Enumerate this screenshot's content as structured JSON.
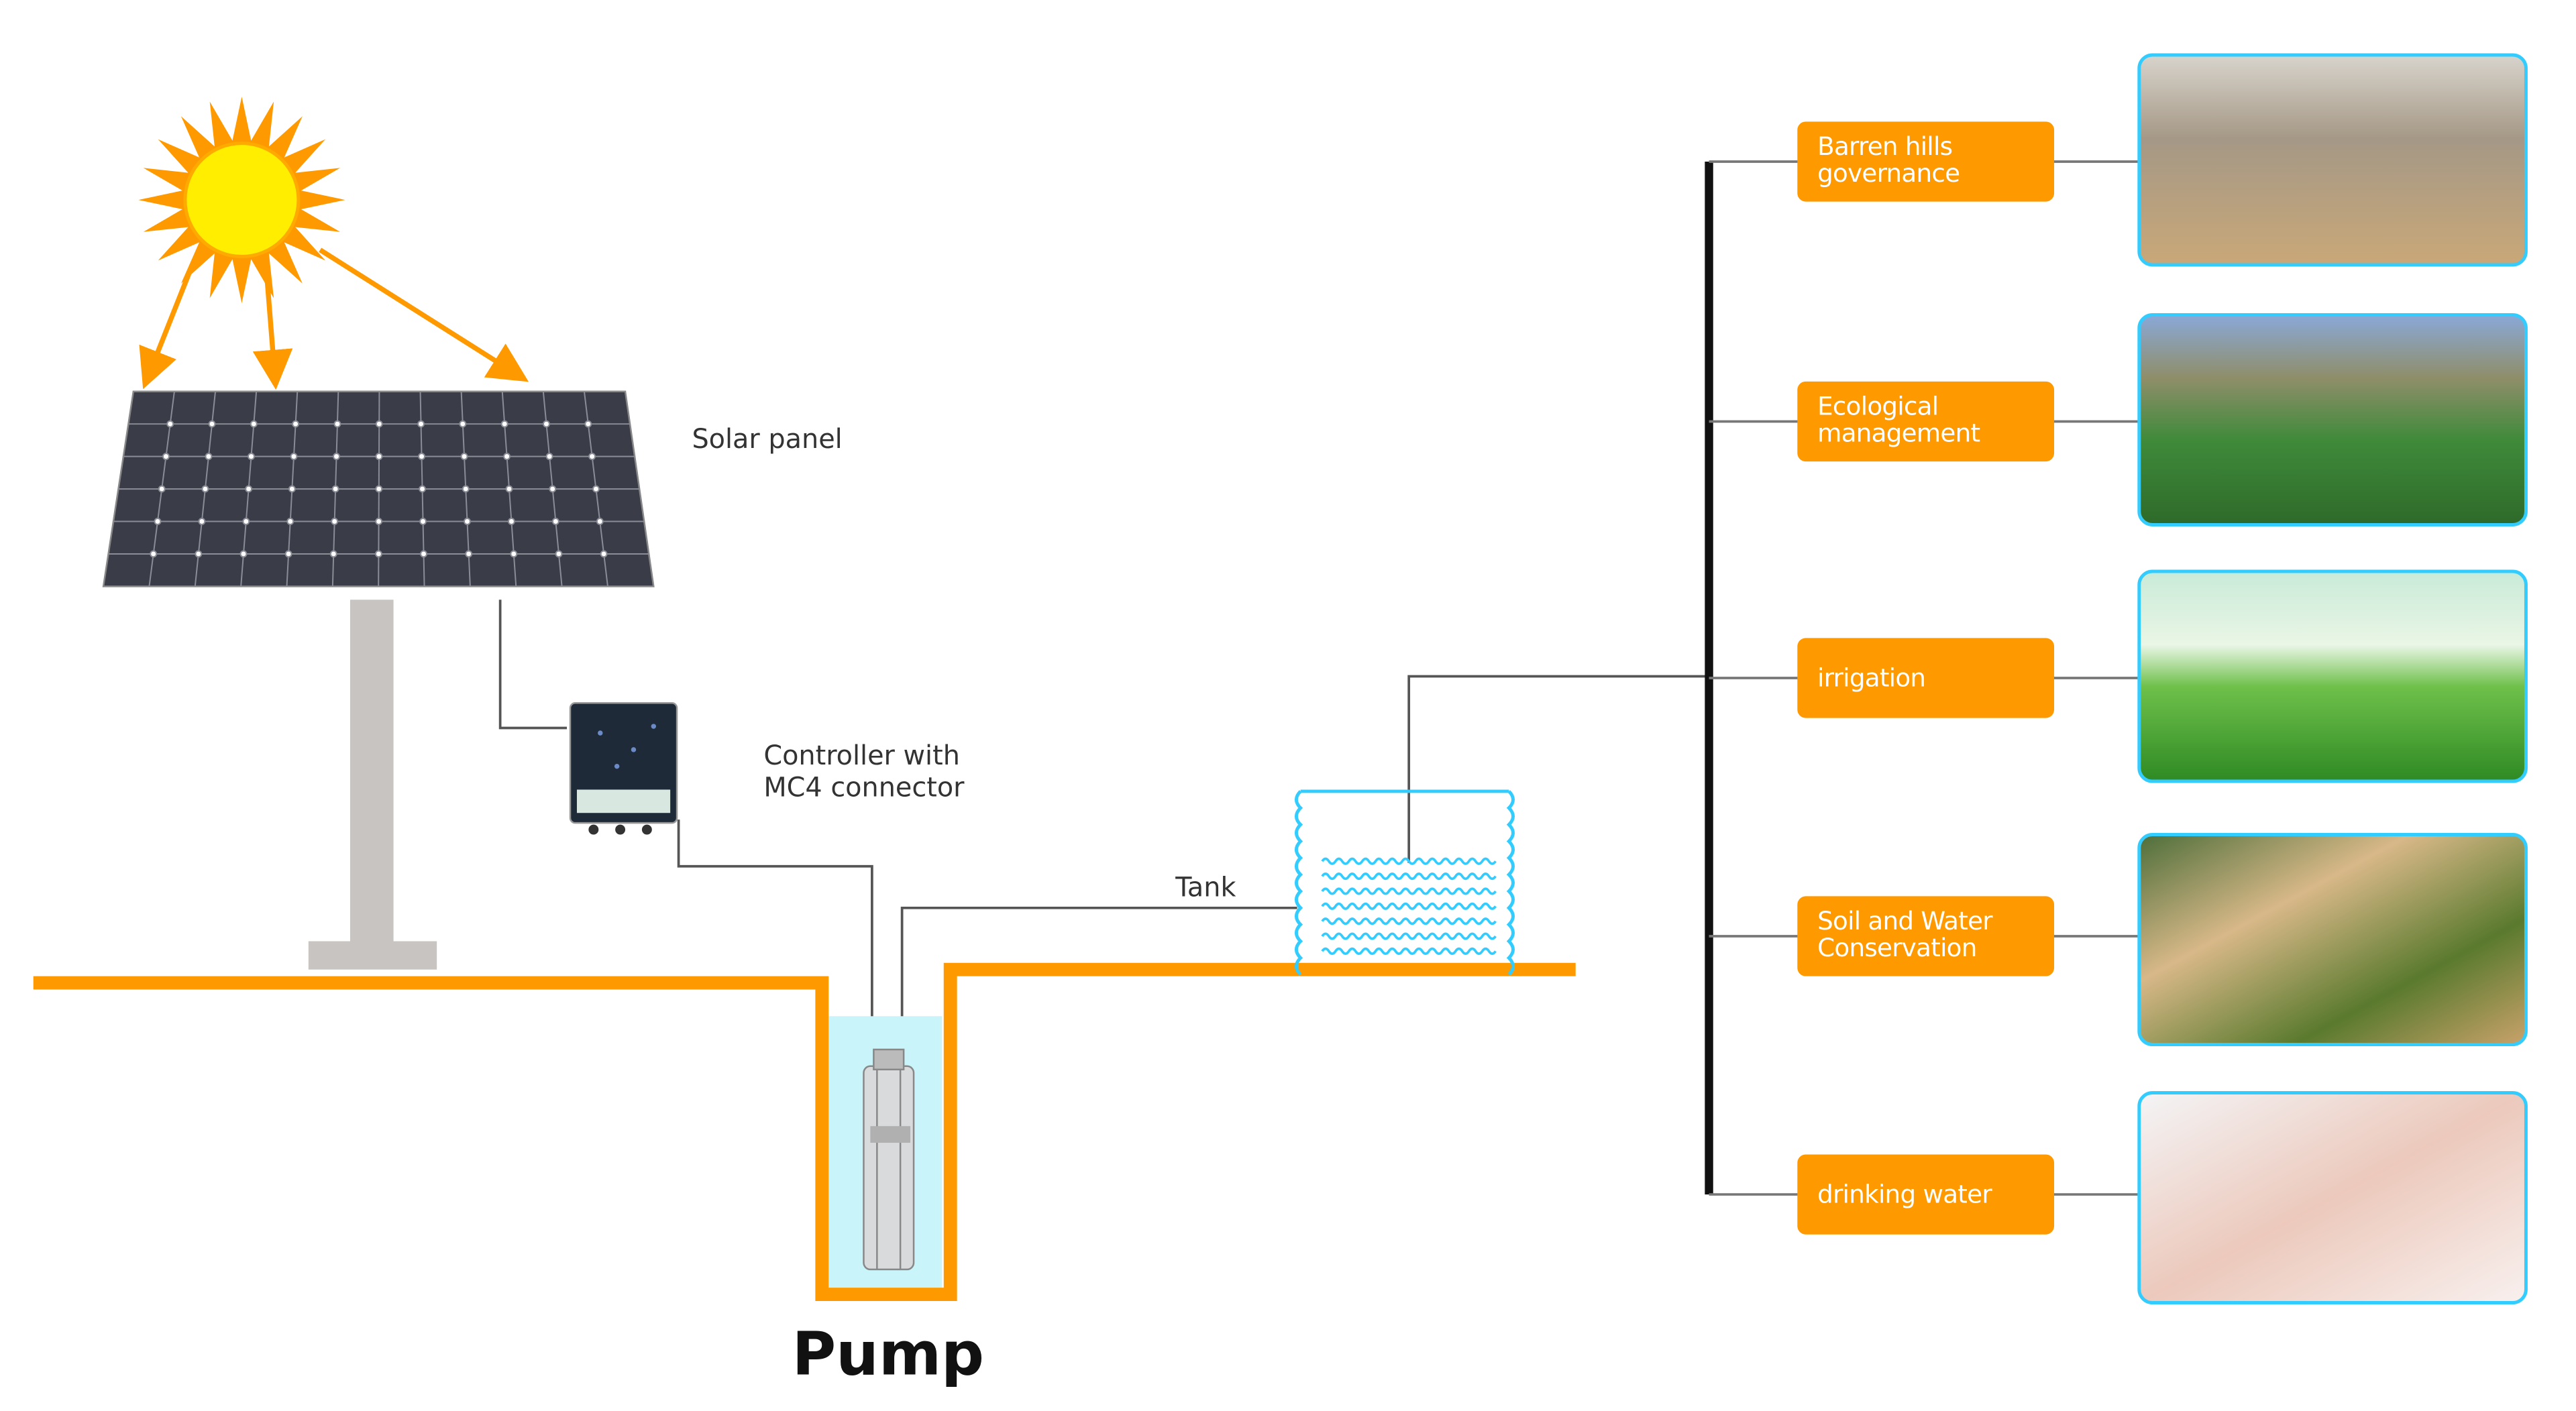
{
  "labels": {
    "solar_panel": "Solar panel",
    "controller_line1": "Controller with",
    "controller_line2": "MC4 connector",
    "tank": "Tank",
    "pump": "Pump"
  },
  "applications": [
    {
      "line1": "Barren hills",
      "line2": "governance",
      "image": "barren-hills-photo"
    },
    {
      "line1": "Ecological",
      "line2": "management",
      "image": "river-valley-photo"
    },
    {
      "line1": "irrigation",
      "line2": "",
      "image": "irrigated-field-photo"
    },
    {
      "line1": "Soil and Water",
      "line2": "Conservation",
      "image": "terraced-hillside-photo"
    },
    {
      "line1": "drinking water",
      "line2": "",
      "image": "hands-water-photo"
    }
  ],
  "colors": {
    "accent_orange": "#ff9900",
    "sun_yellow": "#ffee00",
    "water_cyan": "#33ccff",
    "panel_dark": "#3a3d48"
  }
}
